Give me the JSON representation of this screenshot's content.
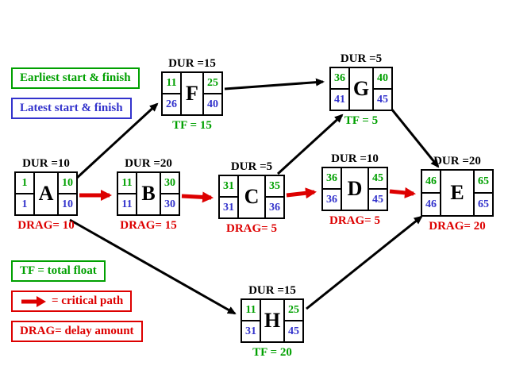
{
  "colors": {
    "earliest_green": "#00A000",
    "latest_blue": "#3333CC",
    "critical_red": "#DD0000",
    "text_black": "#000000",
    "background": "#FFFFFF"
  },
  "legend": {
    "earliest_label": "Earliest start & finish",
    "latest_label": "Latest start & finish",
    "tf_label": "TF = total float",
    "critical_label": "= critical path",
    "drag_label": "DRAG= delay amount"
  },
  "nodes": [
    {
      "id": "A",
      "dur_label": "DUR =10",
      "es": "1",
      "ef": "10",
      "ls": "1",
      "lf": "10",
      "drag_label": "DRAG= 10"
    },
    {
      "id": "B",
      "dur_label": "DUR =20",
      "es": "11",
      "ef": "30",
      "ls": "11",
      "lf": "30",
      "drag_label": "DRAG= 15"
    },
    {
      "id": "C",
      "dur_label": "DUR =5",
      "es": "31",
      "ef": "35",
      "ls": "31",
      "lf": "36",
      "drag_label": "DRAG= 5"
    },
    {
      "id": "D",
      "dur_label": "DUR =10",
      "es": "36",
      "ef": "45",
      "ls": "36",
      "lf": "45",
      "drag_label": "DRAG= 5"
    },
    {
      "id": "E",
      "dur_label": "DUR =20",
      "es": "46",
      "ef": "65",
      "ls": "46",
      "lf": "65",
      "drag_label": "DRAG= 20"
    },
    {
      "id": "F",
      "dur_label": "DUR =15",
      "es": "11",
      "ef": "25",
      "ls": "26",
      "lf": "40",
      "tf_label": "TF = 15"
    },
    {
      "id": "G",
      "dur_label": "DUR =5",
      "es": "36",
      "ef": "40",
      "ls": "41",
      "lf": "45",
      "tf_label": "TF = 5"
    },
    {
      "id": "H",
      "dur_label": "DUR =15",
      "es": "11",
      "ef": "25",
      "ls": "31",
      "lf": "45",
      "tf_label": "TF = 20"
    }
  ],
  "edges": [
    {
      "from": "A",
      "to": "B",
      "critical": true
    },
    {
      "from": "B",
      "to": "C",
      "critical": true
    },
    {
      "from": "C",
      "to": "D",
      "critical": true
    },
    {
      "from": "D",
      "to": "E",
      "critical": true
    },
    {
      "from": "A",
      "to": "F",
      "critical": false
    },
    {
      "from": "F",
      "to": "G",
      "critical": false
    },
    {
      "from": "C",
      "to": "G",
      "critical": false
    },
    {
      "from": "G",
      "to": "E",
      "critical": false
    },
    {
      "from": "A",
      "to": "H",
      "critical": false
    },
    {
      "from": "H",
      "to": "E",
      "critical": false
    }
  ]
}
